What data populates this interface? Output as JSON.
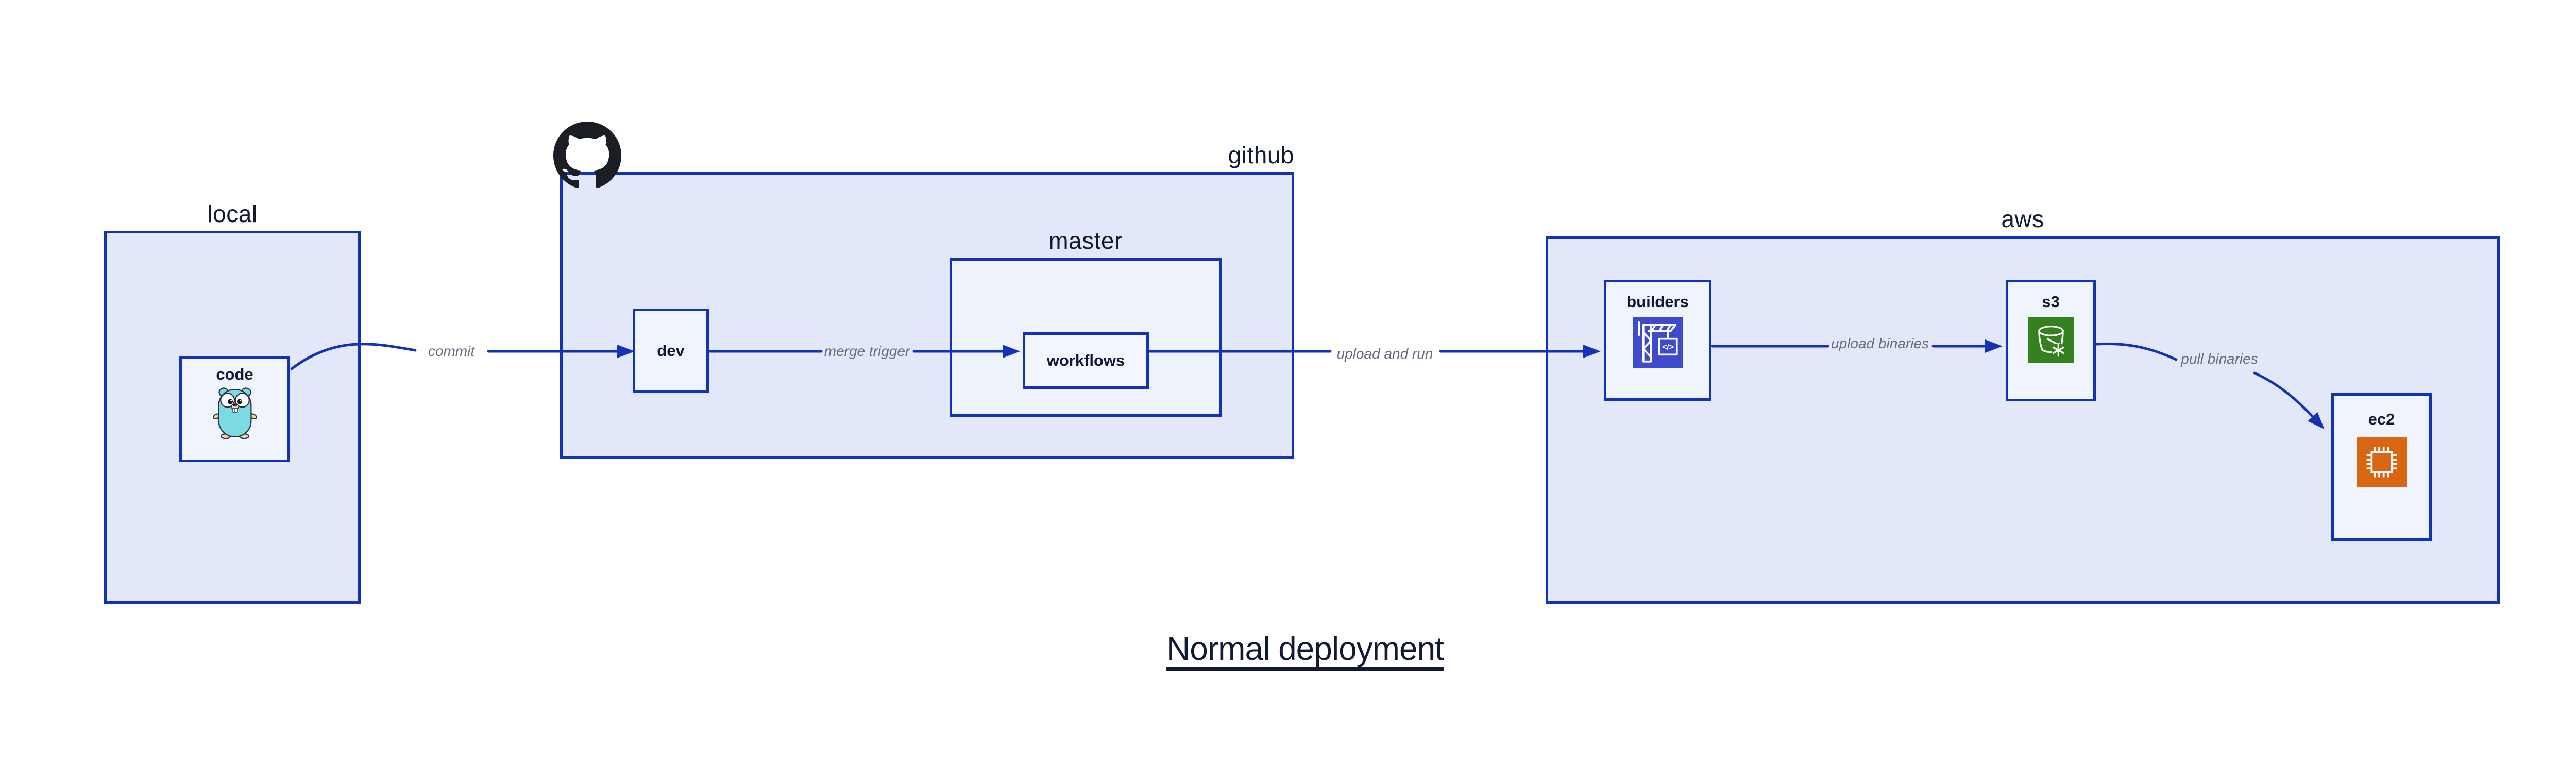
{
  "title": {
    "text": "Normal deployment"
  },
  "groups": {
    "local": {
      "label": "local"
    },
    "github": {
      "label": "github"
    },
    "master": {
      "label": "master"
    },
    "aws": {
      "label": "aws"
    }
  },
  "nodes": {
    "code": {
      "label": "code",
      "icon": "go-gopher-icon"
    },
    "dev": {
      "label": "dev"
    },
    "workflows": {
      "label": "workflows"
    },
    "builders": {
      "label": "builders",
      "icon": "codebuild-crane-icon"
    },
    "s3": {
      "label": "s3",
      "icon": "s3-bucket-icon"
    },
    "ec2": {
      "label": "ec2",
      "icon": "ec2-chip-icon"
    }
  },
  "edges": {
    "commit": {
      "label": "commit"
    },
    "merge_trigger": {
      "label": "merge trigger"
    },
    "upload_and_run": {
      "label": "upload and run"
    },
    "upload_binaries": {
      "label": "upload binaries"
    },
    "pull_binaries": {
      "label": "pull binaries"
    }
  },
  "colors": {
    "outline_blue": "#1233b4",
    "group_fill": "#e2e8f9",
    "master_fill": "#eef2fb",
    "node_fill": "#f0f4fc",
    "label_navy": "#111a35",
    "edge_label_gray": "#636d7e",
    "codebuild_indigo": "#3e4bca",
    "s3_green": "#35801f",
    "ec2_orange": "#d86613",
    "gopher_teal": "#7cdbe2",
    "octocat_black": "#1b1f23"
  }
}
